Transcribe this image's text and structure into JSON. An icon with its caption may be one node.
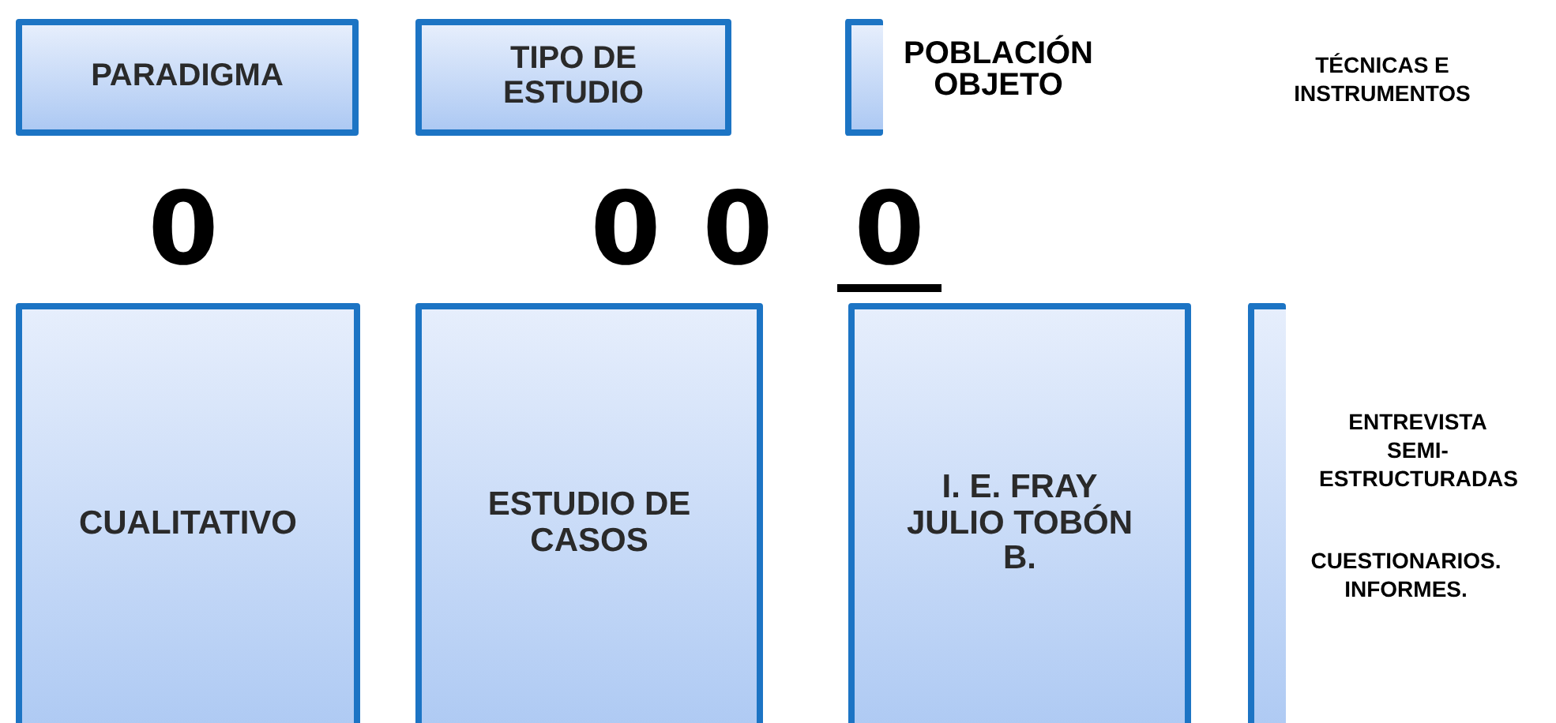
{
  "diagram": {
    "nodes": [
      {
        "text": [
          "PARADIGMA"
        ]
      },
      {
        "text": [
          "TIPO DE ESTUDIO"
        ]
      },
      {
        "text": [],
        "shape": "box"
      },
      {
        "text": [
          "CUALITATIVO"
        ]
      },
      {
        "text": [
          "ESTUDIO DE CASOS"
        ]
      },
      {
        "text": [
          "I. E. FRAY JULIO TOBÓN B."
        ]
      },
      {
        "text": [],
        "shape": "box"
      }
    ],
    "labels": [
      "POBLACIÓN OBJETO",
      "TÉCNICAS E INSTRUMENTOS",
      "0",
      "0",
      "0",
      "0",
      "ENTREVISTA SEMI- ESTRUCTURADAS",
      "CUESTIONARIOS. INFORMES."
    ]
  }
}
